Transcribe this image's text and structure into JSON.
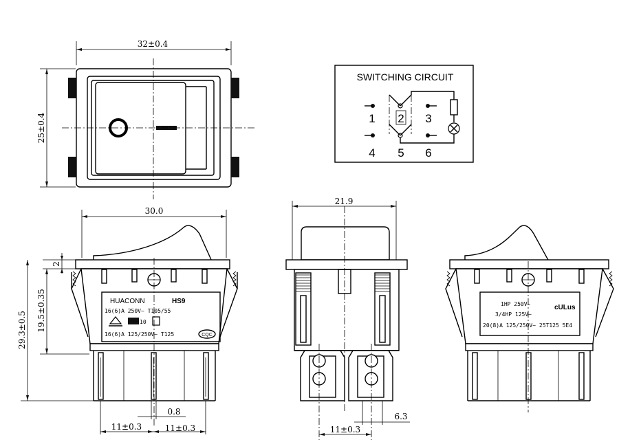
{
  "dimensions": {
    "top_width": "32±0.4",
    "top_height": "25±0.4",
    "front_width": "30.0",
    "side_width": "21.9",
    "flange": "2",
    "body_height": "19.5±0.35",
    "total_height": "29.3±0.5",
    "pin_width": "0.8",
    "pitch_left": "11±0.3",
    "pitch_right": "11±0.3",
    "side_pitch": "11±0.3",
    "terminal_width": "6.3"
  },
  "circuit": {
    "title": "SWITCHING CIRCUIT",
    "terminals": [
      "1",
      "2",
      "3",
      "4",
      "5",
      "6"
    ]
  },
  "front_label": {
    "brand": "HUACONN",
    "model": "HS9",
    "line1": "16(6)A 250V~ T105/55",
    "line2": "16(6)A 125/250V~ T125",
    "mark": "CQC"
  },
  "back_label": {
    "line1": "1HP 250V~",
    "line2": "3/4HP 125V~",
    "line3": "20(8)A 125/250V~ 25T125 5E4",
    "mark": "cULus"
  }
}
